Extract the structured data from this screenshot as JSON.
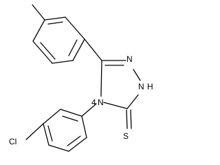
{
  "molecule": {
    "atoms": {
      "n_top": "N",
      "nh": "N",
      "h": "H",
      "n4": "4",
      "n_bottom": "N",
      "s": "S",
      "cl": "Cl"
    },
    "colors": {
      "bond": "#000000",
      "text": "#000000",
      "background": "#ffffff"
    }
  }
}
